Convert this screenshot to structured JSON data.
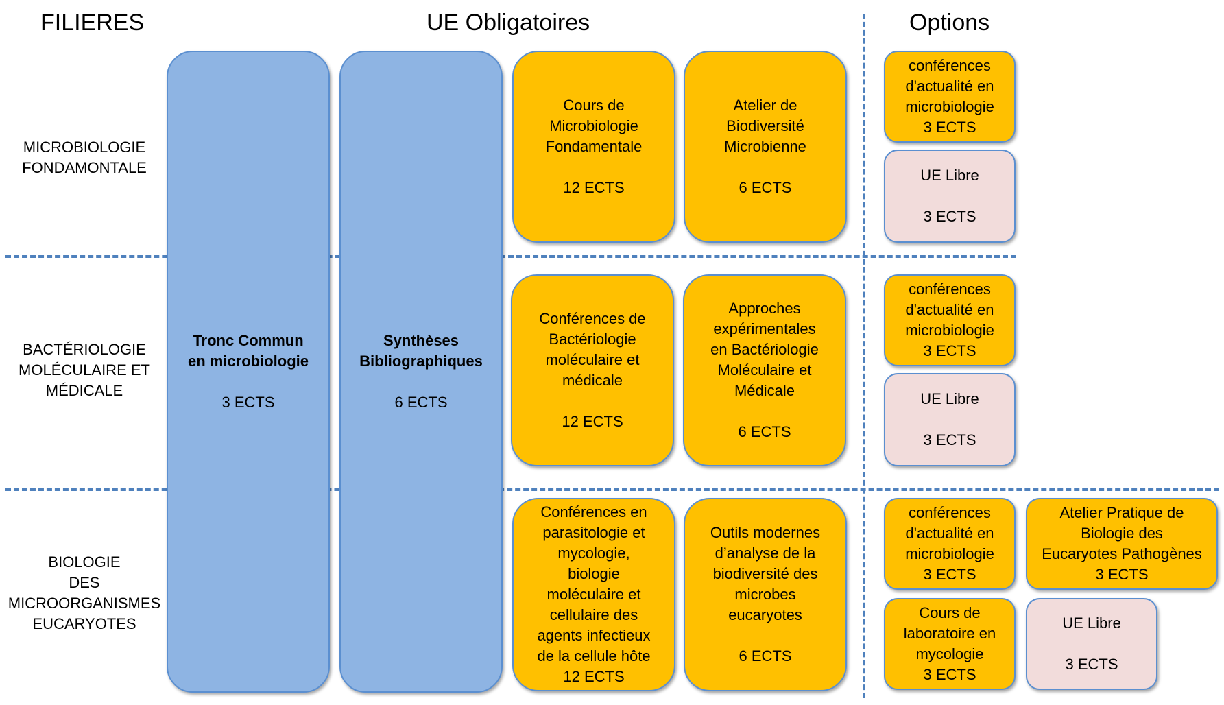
{
  "headers": {
    "filieres": "FILIERES",
    "ue_obligatoires": "UE Obligatoires",
    "options": "Options"
  },
  "rows": [
    {
      "label_lines": [
        "MICROBIOLOGIE",
        "FONDAMONTALE"
      ]
    },
    {
      "label_lines": [
        "BACTÉRIOLOGIE",
        "MOLÉCULAIRE ET",
        "MÉDICALE"
      ]
    },
    {
      "label_lines": [
        "BIOLOGIE",
        "DES",
        "MICROORGANISMES",
        "EUCARYOTES"
      ]
    }
  ],
  "tronc_commun": {
    "lines": [
      "Tronc Commun",
      "en microbiologie"
    ],
    "ects": "3 ECTS"
  },
  "syntheses": {
    "lines": [
      "Synthèses",
      "Bibliographiques"
    ],
    "ects": "6 ECTS"
  },
  "row1": {
    "ue1": {
      "lines": [
        "Cours de",
        "Microbiologie",
        "Fondamentale"
      ],
      "ects": "12 ECTS"
    },
    "ue2": {
      "lines": [
        "Atelier de",
        "Biodiversité",
        "Microbienne"
      ],
      "ects": "6 ECTS"
    },
    "opt1": {
      "lines": [
        "conférences",
        "d'actualité en",
        "microbiologie"
      ],
      "ects": "3 ECTS"
    },
    "opt2": {
      "lines": [
        "UE Libre"
      ],
      "ects": "3 ECTS"
    }
  },
  "row2": {
    "ue1": {
      "lines": [
        "Conférences de",
        "Bactériologie",
        "moléculaire et",
        "médicale"
      ],
      "ects": "12 ECTS"
    },
    "ue2": {
      "lines": [
        "Approches",
        "expérimentales",
        "en Bactériologie",
        "Moléculaire et",
        "Médicale"
      ],
      "ects": "6 ECTS"
    },
    "opt1": {
      "lines": [
        "conférences",
        "d'actualité en",
        "microbiologie"
      ],
      "ects": "3 ECTS"
    },
    "opt2": {
      "lines": [
        "UE Libre"
      ],
      "ects": "3 ECTS"
    }
  },
  "row3": {
    "ue1": {
      "lines": [
        "Conférences en",
        "parasitologie et",
        "mycologie,",
        "biologie",
        "moléculaire et",
        "cellulaire des",
        "agents infectieux",
        "de la cellule hôte"
      ],
      "ects": "12 ECTS"
    },
    "ue2": {
      "lines": [
        "Outils modernes",
        "d’analyse de la",
        "biodiversité des",
        "microbes",
        "eucaryotes"
      ],
      "ects": "6 ECTS"
    },
    "opt1": {
      "lines": [
        "conférences",
        "d'actualité en",
        "microbiologie"
      ],
      "ects": "3 ECTS"
    },
    "opt2": {
      "lines": [
        "Atelier Pratique de",
        "Biologie des",
        "Eucaryotes Pathogènes"
      ],
      "ects": "3 ECTS"
    },
    "opt3": {
      "lines": [
        "Cours de",
        "laboratoire en",
        "mycologie"
      ],
      "ects": "3 ECTS"
    },
    "opt4": {
      "lines": [
        "UE Libre"
      ],
      "ects": "3 ECTS"
    }
  },
  "colors": {
    "blue_box": "#8eb4e3",
    "orange_box": "#ffc000",
    "pink_box": "#f2dcdb",
    "dash_line": "#4f81bd"
  }
}
